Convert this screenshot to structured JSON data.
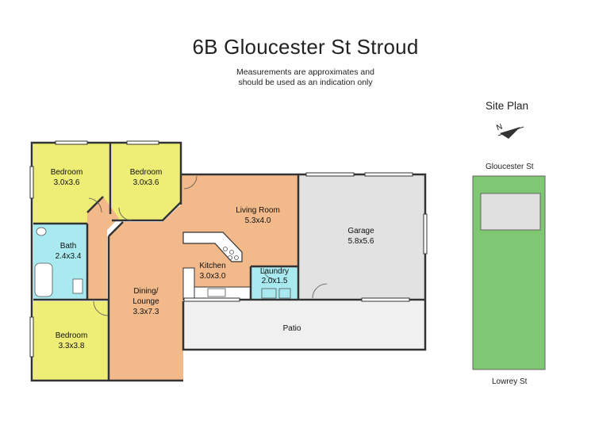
{
  "title": "6B Gloucester St Stroud",
  "note_line1": "Measurements are approximates and",
  "note_line2": "should be used as an indication only",
  "site_plan": {
    "title": "Site Plan",
    "north_label": "N",
    "top_street": "Gloucester St",
    "bottom_street": "Lowrey St"
  },
  "rooms": {
    "bedroom1": {
      "name": "Bedroom",
      "size": "3.0x3.6"
    },
    "bedroom2": {
      "name": "Bedroom",
      "size": "3.0x3.6"
    },
    "bath": {
      "name": "Bath",
      "size": "2.4x3.4"
    },
    "bedroom3": {
      "name": "Bedroom",
      "size": "3.3x3.8"
    },
    "dining": {
      "name1": "Dining/",
      "name2": "Lounge",
      "size": "3.3x7.3"
    },
    "living": {
      "name": "Living Room",
      "size": "5.3x4.0"
    },
    "kitchen": {
      "name": "Kitchen",
      "size": "3.0x3.0"
    },
    "laundry": {
      "name": "Laundry",
      "size": "2.0x1.5"
    },
    "garage": {
      "name": "Garage",
      "size": "5.8x5.6"
    },
    "patio": {
      "name": "Patio"
    }
  },
  "colors": {
    "bedroom": "#eeee77",
    "bath": "#a9eaf1",
    "living": "#f2b98b",
    "garage": "#e2e2e2",
    "patio": "#f0f0f0",
    "site_lot": "#7fc772",
    "site_house": "#e0e0e0",
    "wall": "#333333"
  }
}
